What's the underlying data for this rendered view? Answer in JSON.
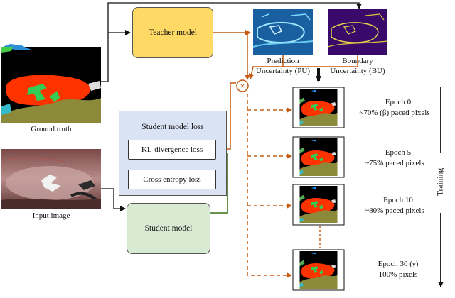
{
  "ground_truth": {
    "label": "Ground truth"
  },
  "input_image": {
    "label": "Input image"
  },
  "teacher": {
    "label": "Teacher model"
  },
  "student": {
    "label": "Student model"
  },
  "loss_panel": {
    "title": "Student model loss",
    "kl": "KL-divergence loss",
    "ce": "Cross entropy loss"
  },
  "uncertainty": {
    "pu_line1": "Prediction",
    "pu_line2": "Uncertainty (PU)",
    "bu_line1": "Boundary",
    "bu_line2": "Uncertainty (BU)"
  },
  "multiply_symbol": "×",
  "training_label": "Training",
  "epochs": [
    {
      "title": "Epoch 0",
      "desc": "~70% (β) paced pixels"
    },
    {
      "title": "Epoch 5",
      "desc": "~75% paced pixels"
    },
    {
      "title": "Epoch 10",
      "desc": "~80% paced pixels"
    },
    {
      "title": "Epoch 30 (γ)",
      "desc": "100% pixels"
    }
  ],
  "colors": {
    "teacher_fill": "#ffd966",
    "student_fill": "#d9ead3",
    "loss_panel_fill": "#dae3f3",
    "orange_arrow": "#c55a11",
    "green_arrow": "#548235",
    "mask_bg": "#000000",
    "organ_red": "#ff3300",
    "tissue_green": "#33cc55",
    "tissue_olive": "#8a8a3a"
  }
}
